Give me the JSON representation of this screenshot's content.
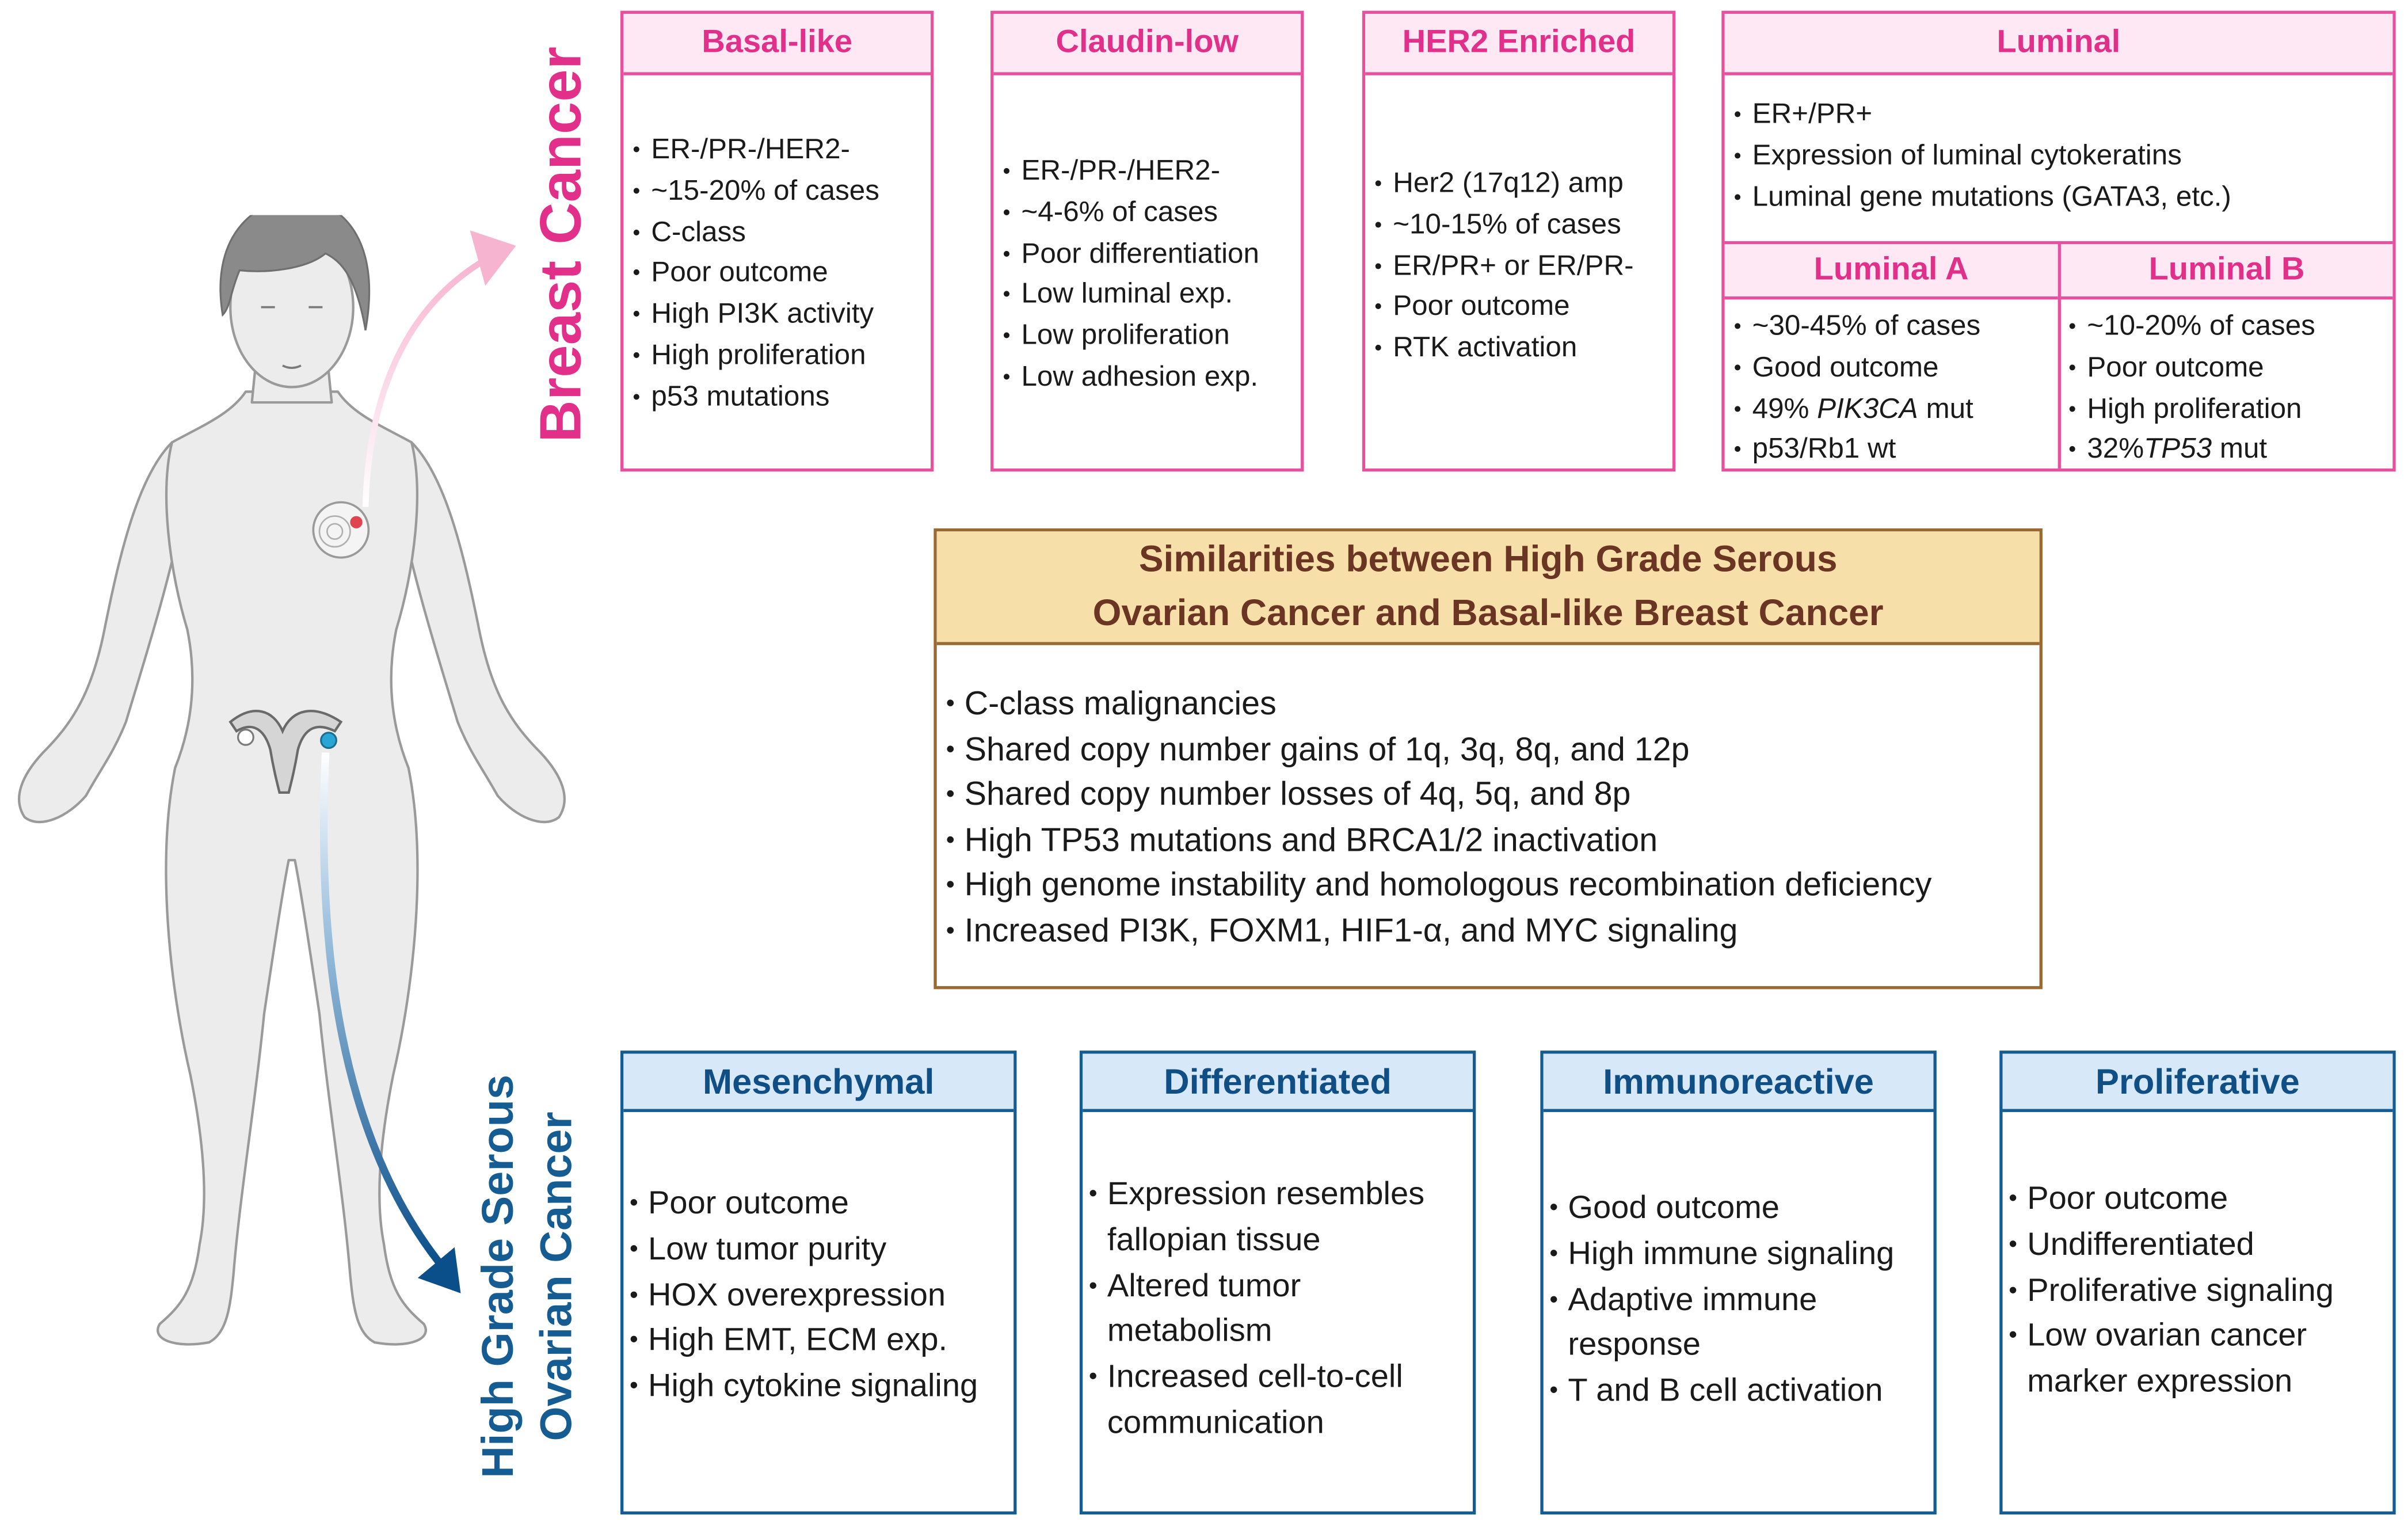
{
  "breast_title": "Breast Cancer",
  "ovarian_title": [
    "High Grade Serous",
    "Ovarian Cancer"
  ],
  "breast_subtypes": [
    {
      "name": "Basal-like",
      "items": [
        "ER-/PR-/HER2-",
        "~15-20% of cases",
        "C-class",
        "Poor outcome",
        "High PI3K activity",
        "High proliferation",
        "p53 mutations"
      ]
    },
    {
      "name": "Claudin-low",
      "items": [
        "ER-/PR-/HER2-",
        "~4-6% of cases",
        "Poor differentiation",
        "Low luminal exp.",
        "Low proliferation",
        "Low adhesion exp."
      ]
    },
    {
      "name": "HER2 Enriched",
      "items": [
        "Her2 (17q12) amp",
        "~10-15% of cases",
        "ER/PR+ or ER/PR-",
        "Poor outcome",
        "RTK activation"
      ]
    }
  ],
  "luminal": {
    "name": "Luminal",
    "items": [
      "ER+/PR+",
      "Expression of luminal cytokeratins",
      "Luminal gene mutations (GATA3, etc.)"
    ],
    "sub": [
      {
        "name": "Luminal A",
        "items": [
          "~30-45% of cases",
          "Good outcome",
          "49% ",
          "PIK3CA",
          " mut",
          "p53/Rb1 wt"
        ]
      },
      {
        "name": "Luminal B",
        "items": [
          "~10-20% of cases",
          "Poor outcome",
          "High proliferation",
          "32%",
          "TP53",
          " mut"
        ]
      }
    ]
  },
  "similarities": {
    "title": [
      "Similarities between High Grade Serous",
      "Ovarian Cancer and Basal-like Breast Cancer"
    ],
    "items": [
      "C-class malignancies",
      "Shared copy number gains of 1q, 3q, 8q, and 12p",
      "Shared copy number losses of 4q, 5q, and 8p",
      "High TP53 mutations and BRCA1/2 inactivation",
      "High genome instability and homologous recombination deficiency",
      "Increased PI3K, FOXM1, HIF1-α, and MYC signaling"
    ]
  },
  "ovarian_subtypes": [
    {
      "name": "Mesenchymal",
      "items": [
        "Poor outcome",
        "Low tumor purity",
        "HOX overexpression",
        "High EMT, ECM exp.",
        "High cytokine signaling"
      ]
    },
    {
      "name": "Differentiated",
      "items": [
        "Expression resembles fallopian tissue",
        "Altered tumor metabolism",
        "Increased cell-to-cell communication"
      ]
    },
    {
      "name": "Immunoreactive",
      "items": [
        "Good outcome",
        "High immune signaling",
        "Adaptive immune response",
        "T and B cell activation"
      ]
    },
    {
      "name": "Proliferative",
      "items": [
        "Poor outcome",
        "Undifferentiated",
        "Proliferative signaling",
        "Low ovarian cancer marker expression"
      ]
    }
  ],
  "colors": {
    "breast": "#e8509d",
    "ovarian": "#155c92",
    "similarity": "#9a6a35"
  }
}
